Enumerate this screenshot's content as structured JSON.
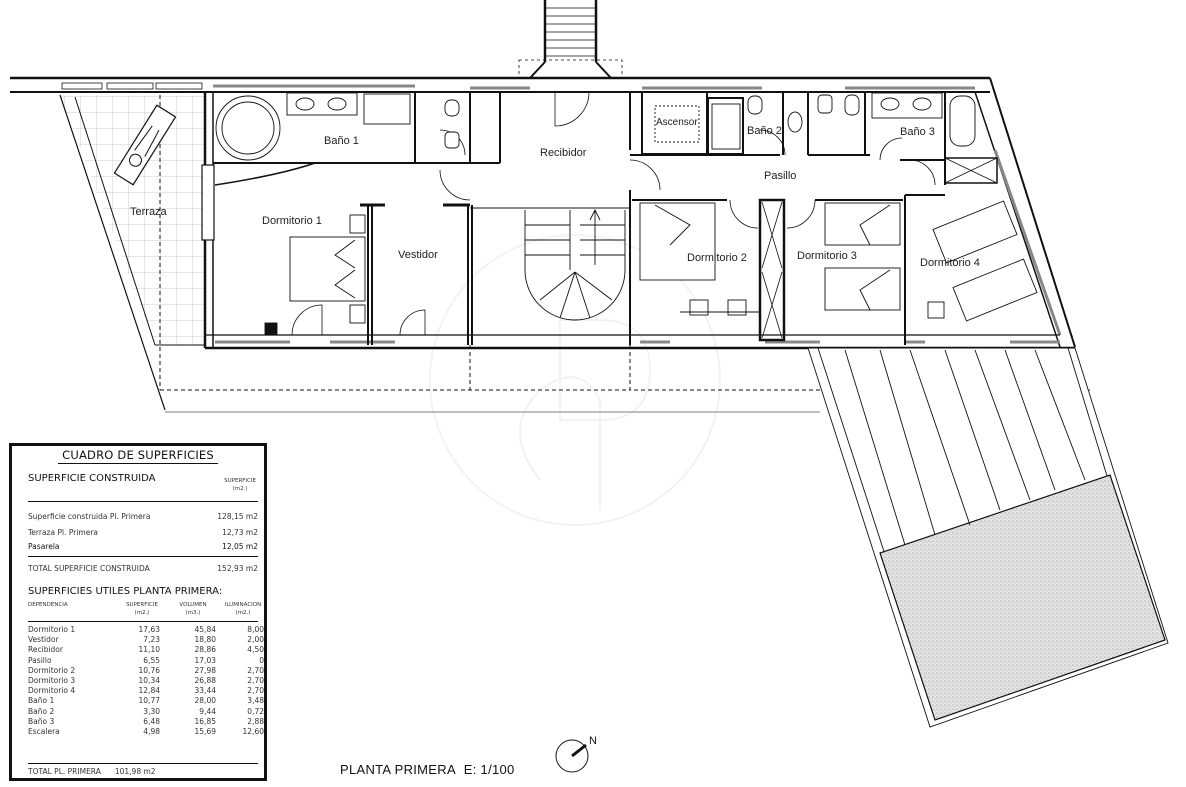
{
  "plan": {
    "title": "PLANTA PRIMERA",
    "scale": "E: 1/100",
    "north_label": "N",
    "wall_color": "#111111",
    "hatch_color": "#888888",
    "rooms": {
      "terraza": "Terraza",
      "bano1": "Baño 1",
      "dormitorio1": "Dormitorio 1",
      "vestidor": "Vestidor",
      "recibidor": "Recibidor",
      "ascensor": "Ascensor",
      "bano2": "Baño 2",
      "pasillo": "Pasillo",
      "bano3": "Baño 3",
      "dormitorio2": "Dormitorio 2",
      "dormitorio3": "Dormitorio 3",
      "dormitorio4": "Dormitorio 4"
    }
  },
  "surfaces_table": {
    "title": "CUADRO DE SUPERFICIES",
    "built": {
      "heading": "SUPERFICIE CONSTRUIDA",
      "column_header": [
        "SUPERFICIE",
        "(m2.)"
      ],
      "rows": [
        {
          "label": "Superficie construida Pl. Primera",
          "value": "128,15 m2"
        },
        {
          "label": "Terraza Pl. Primera",
          "value": "12,73 m2"
        },
        {
          "label": "Pasarela",
          "value": "12,05 m2"
        }
      ],
      "total": {
        "label": "TOTAL SUPERFICIE CONSTRUIDA",
        "value": "152,93 m2"
      }
    },
    "useful": {
      "heading": "SUPERFICIES UTILES PLANTA PRIMERA:",
      "columns": [
        {
          "name": "DEPENDENCIA",
          "unit": ""
        },
        {
          "name": "SUPERFICIE",
          "unit": "(m2.)"
        },
        {
          "name": "VOLUMEN",
          "unit": "(m3.)"
        },
        {
          "name": "ILUMINACION",
          "unit": "(m2.)"
        }
      ],
      "rows": [
        {
          "dependencia": "Dormitorio 1",
          "superficie": "17,63",
          "volumen": "45,84",
          "iluminacion": "8,00"
        },
        {
          "dependencia": "Vestidor",
          "superficie": "7,23",
          "volumen": "18,80",
          "iluminacion": "2,00"
        },
        {
          "dependencia": "Recibidor",
          "superficie": "11,10",
          "volumen": "28,86",
          "iluminacion": "4,50"
        },
        {
          "dependencia": "Pasillo",
          "superficie": "6,55",
          "volumen": "17,03",
          "iluminacion": "0"
        },
        {
          "dependencia": "Dormitorio 2",
          "superficie": "10,76",
          "volumen": "27,98",
          "iluminacion": "2,70"
        },
        {
          "dependencia": "Dormitorio 3",
          "superficie": "10,34",
          "volumen": "26,88",
          "iluminacion": "2,70"
        },
        {
          "dependencia": "Dormitorio 4",
          "superficie": "12,84",
          "volumen": "33,44",
          "iluminacion": "2,70"
        },
        {
          "dependencia": "Baño 1",
          "superficie": "10,77",
          "volumen": "28,00",
          "iluminacion": "3,48"
        },
        {
          "dependencia": "Baño 2",
          "superficie": "3,30",
          "volumen": "9,44",
          "iluminacion": "0,72"
        },
        {
          "dependencia": "Baño 3",
          "superficie": "6,48",
          "volumen": "16,85",
          "iluminacion": "2,88"
        },
        {
          "dependencia": "Escalera",
          "superficie": "4,98",
          "volumen": "15,69",
          "iluminacion": "12,60"
        }
      ],
      "total": {
        "label": "TOTAL PL. PRIMERA",
        "value": "101,98 m2"
      }
    }
  }
}
